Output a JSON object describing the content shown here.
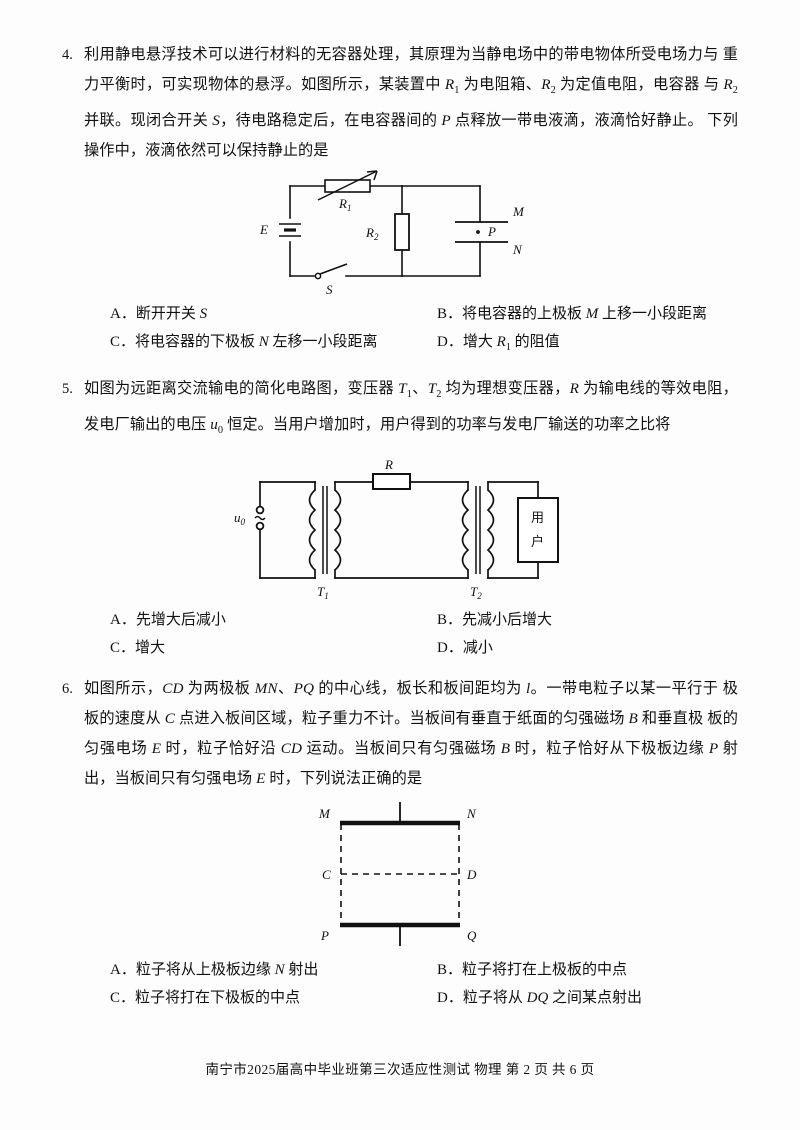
{
  "document": {
    "footer": "南宁市2025届高中毕业班第三次适应性测试  物理  第 2 页  共 6 页"
  },
  "questions": [
    {
      "number": "4.",
      "stem_line1": "利用静电悬浮技术可以进行材料的无容器处理，其原理为当静电场中的带电物体所受电场力与",
      "stem_line2_a": "重力平衡时，可实现物体的悬浮。如图所示，某装置中 ",
      "stem_r1": "R",
      "stem_r1_sub": "1",
      "stem_line2_b": " 为电阻箱、",
      "stem_r2": "R",
      "stem_r2_sub": "2",
      "stem_line2_c": " 为定值电阻，电容器",
      "stem_line3_a": "与 ",
      "stem_line3_b": " 并联。现闭合开关 ",
      "stem_s": "S",
      "stem_line3_c": "，待电路稳定后，在电容器间的 ",
      "stem_p": "P",
      "stem_line3_d": " 点释放一带电液滴，液滴恰好静止。",
      "stem_line4": "下列操作中，液滴依然可以保持静止的是",
      "figure": {
        "name": "capacitor-circuit-diagram",
        "labels": {
          "battery": "E",
          "rheostat": "R",
          "rheostat_sub": "1",
          "resistor": "R",
          "resistor_sub": "2",
          "switch": "S",
          "plate_top": "M",
          "plate_bottom": "N",
          "point": "P"
        }
      },
      "options": [
        {
          "label": "A．",
          "text_a": "断开开关 ",
          "italic": "S",
          "text_b": ""
        },
        {
          "label": "B．",
          "text_a": "将电容器的上极板 ",
          "italic": "M",
          "text_b": " 上移一小段距离"
        },
        {
          "label": "C．",
          "text_a": "将电容器的下极板 ",
          "italic": "N",
          "text_b": " 左移一小段距离"
        },
        {
          "label": "D．",
          "text_a": "增大 ",
          "italic": "R",
          "italic_sub": "1",
          "text_b": " 的阻值"
        }
      ]
    },
    {
      "number": "5.",
      "stem_line1_a": "如图为远距离交流输电的简化电路图，变压器 ",
      "stem_t1": "T",
      "stem_t1_sub": "1",
      "stem_line1_b": "、",
      "stem_t2": "T",
      "stem_t2_sub": "2",
      "stem_line1_c": " 均为理想变压器，",
      "stem_r": "R",
      "stem_line1_d": " 为输电线的等效电阻，",
      "stem_line2_a": "发电厂输出的电压 ",
      "stem_u0": "u",
      "stem_u0_sub": "0",
      "stem_line2_b": " 恒定。当用户增加时，用户得到的功率与发电厂输送的功率之比将",
      "figure": {
        "name": "power-transmission-diagram",
        "labels": {
          "source": "u",
          "source_sub": "0",
          "line_resistor": "R",
          "transformer1": "T",
          "transformer1_sub": "1",
          "transformer2": "T",
          "transformer2_sub": "2",
          "load_char1": "用",
          "load_char2": "户"
        }
      },
      "options": [
        {
          "label": "A．",
          "text_a": "先增大后减小"
        },
        {
          "label": "B．",
          "text_a": "先减小后增大"
        },
        {
          "label": "C．",
          "text_a": "增大"
        },
        {
          "label": "D．",
          "text_a": "减小"
        }
      ]
    },
    {
      "number": "6.",
      "stem_line1_a": "如图所示，",
      "stem_cd": "CD",
      "stem_line1_b": " 为两极板 ",
      "stem_mn": "MN",
      "stem_line1_c": "、",
      "stem_pq": "PQ",
      "stem_line1_d": " 的中心线，板长和板间距均为 ",
      "stem_l": "l",
      "stem_line1_e": "。一带电粒子以某一平行于",
      "stem_line2_a": "极板的速度从 ",
      "stem_c": "C",
      "stem_line2_b": " 点进入板间区域，粒子重力不计。当板间有垂直于纸面的匀强磁场 ",
      "stem_b": "B",
      "stem_line2_c": " 和垂直极",
      "stem_line3_a": "板的匀强电场 ",
      "stem_e": "E",
      "stem_line3_b": " 时，粒子恰好沿 ",
      "stem_cd2": "CD",
      "stem_line3_c": " 运动。当板间只有匀强磁场 ",
      "stem_b2": "B",
      "stem_line3_d": " 时，粒子恰好从下极板边缘",
      "stem_line4_a": "",
      "stem_p": "P",
      "stem_line4_b": " 射出，当板间只有匀强电场 ",
      "stem_e2": "E",
      "stem_line4_c": " 时，下列说法正确的是",
      "figure": {
        "name": "parallel-plates-diagram",
        "labels": {
          "top_left": "M",
          "top_right": "N",
          "mid_left": "C",
          "mid_right": "D",
          "bottom_left": "P",
          "bottom_right": "Q"
        }
      },
      "options": [
        {
          "label": "A．",
          "text_a": "粒子将从上极板边缘 ",
          "italic": "N",
          "text_b": " 射出"
        },
        {
          "label": "B．",
          "text_a": "粒子将打在上极板的中点"
        },
        {
          "label": "C．",
          "text_a": "粒子将打在下极板的中点"
        },
        {
          "label": "D．",
          "text_a": "粒子将从 ",
          "italic": "DQ",
          "text_b": " 之间某点射出"
        }
      ]
    }
  ]
}
